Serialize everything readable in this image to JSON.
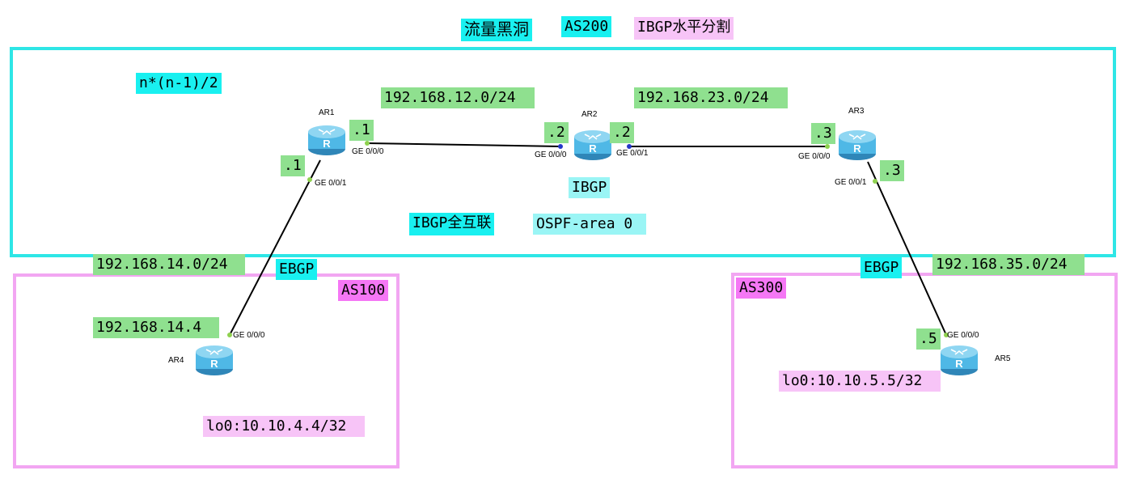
{
  "title_labels": {
    "traffic_blackhole": "流量黑洞",
    "as200": "AS200",
    "ibgp_split_horizon": "IBGP水平分割"
  },
  "as200_area": {
    "formula": "n*(n-1)/2",
    "net_12": "192.168.12.0/24",
    "net_23": "192.168.23.0/24",
    "ibgp": "IBGP",
    "ibgp_full_mesh": "IBGP全互联",
    "ospf": "OSPF-area 0"
  },
  "as100_area": {
    "as_label": "AS100",
    "net_14": "192.168.14.0/24",
    "ebgp": "EBGP",
    "ar4_ip": "192.168.14.4",
    "loopback": "lo0:10.10.4.4/32"
  },
  "as300_area": {
    "as_label": "AS300",
    "net_35": "192.168.35.0/24",
    "ebgp": "EBGP",
    "loopback": "lo0:10.10.5.5/32"
  },
  "routers": {
    "ar1": {
      "name": "AR1",
      "if_g0": "GE 0/0/0",
      "if_g1": "GE 0/0/1",
      "ip_g0": ".1",
      "ip_g1": ".1"
    },
    "ar2": {
      "name": "AR2",
      "if_g0": "GE 0/0/0",
      "if_g1": "GE 0/0/1",
      "ip_g0": ".2",
      "ip_g1": ".2"
    },
    "ar3": {
      "name": "AR3",
      "if_g0": "GE 0/0/0",
      "if_g1": "GE 0/0/1",
      "ip_g0": ".3",
      "ip_g1": ".3"
    },
    "ar4": {
      "name": "AR4",
      "if_g0": "GE 0/0/0"
    },
    "ar5": {
      "name": "AR5",
      "if_g0": "GE 0/0/0",
      "ip_g0": ".5"
    }
  },
  "colors": {
    "as200_border": "#2ee6e6",
    "as_border_pink": "#f2a6f2",
    "label_green": "#8fe08f",
    "label_cyan": "#19f0f0",
    "label_pink": "#f7c4f7",
    "label_magenta": "#f577f5",
    "router_body": "#4fb8e6"
  }
}
